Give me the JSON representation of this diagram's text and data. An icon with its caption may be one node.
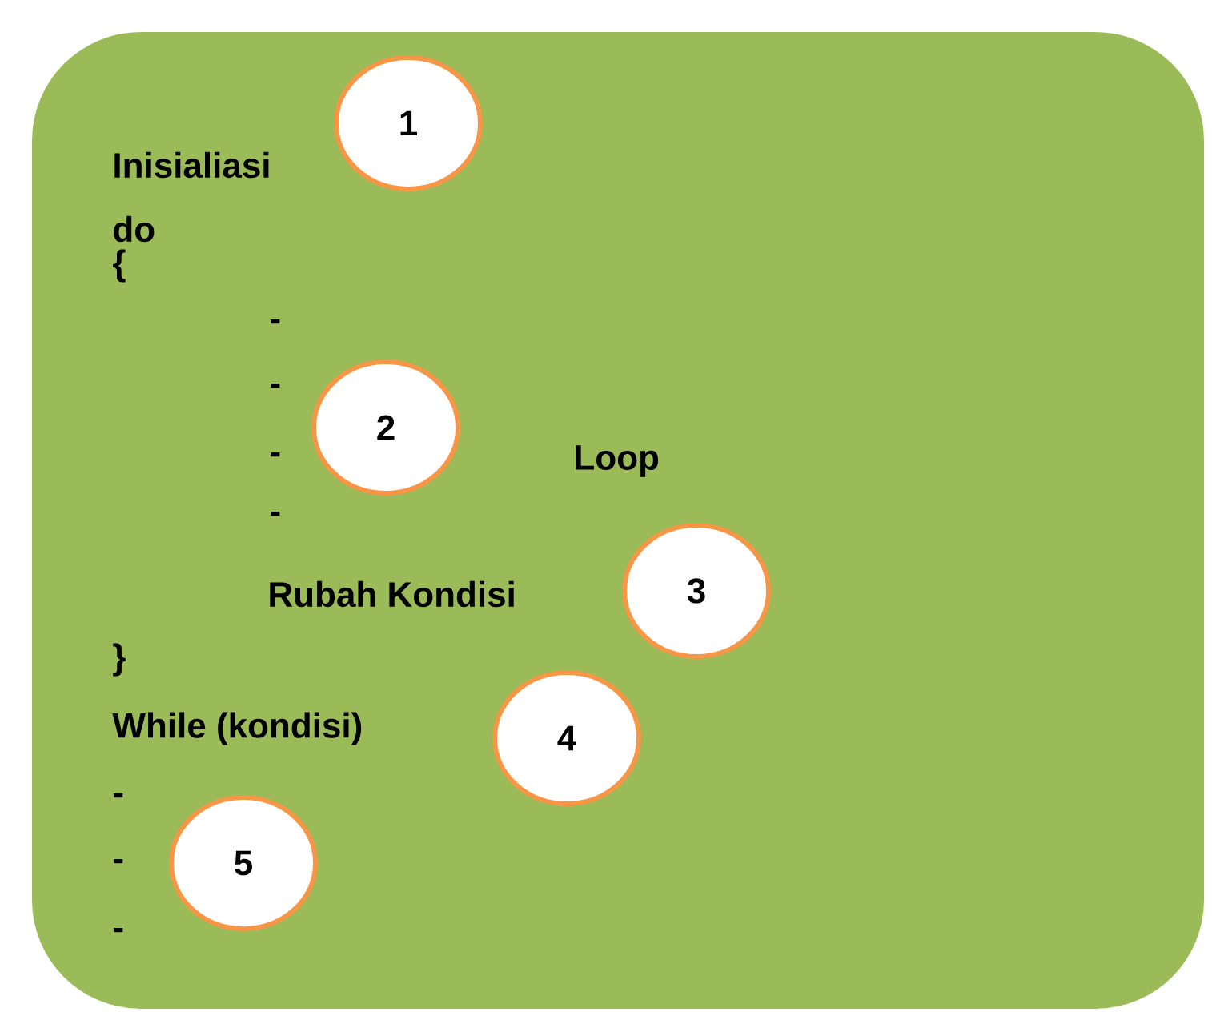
{
  "diagram": {
    "nodes": [
      {
        "text": [
          "Inisialiasi",
          "do",
          "{",
          "-",
          "-",
          "-",
          "-",
          "Rubah Kondisi",
          "}",
          "While (kondisi)",
          "-",
          "-",
          "-",
          "Loop"
        ]
      },
      {
        "text": [
          "1"
        ],
        "in": 0
      },
      {
        "text": [
          "2"
        ],
        "in": 0
      },
      {
        "text": [
          "3"
        ],
        "in": 0
      },
      {
        "text": [
          "4"
        ],
        "in": 0
      },
      {
        "text": [
          "5"
        ],
        "in": 0
      }
    ]
  }
}
